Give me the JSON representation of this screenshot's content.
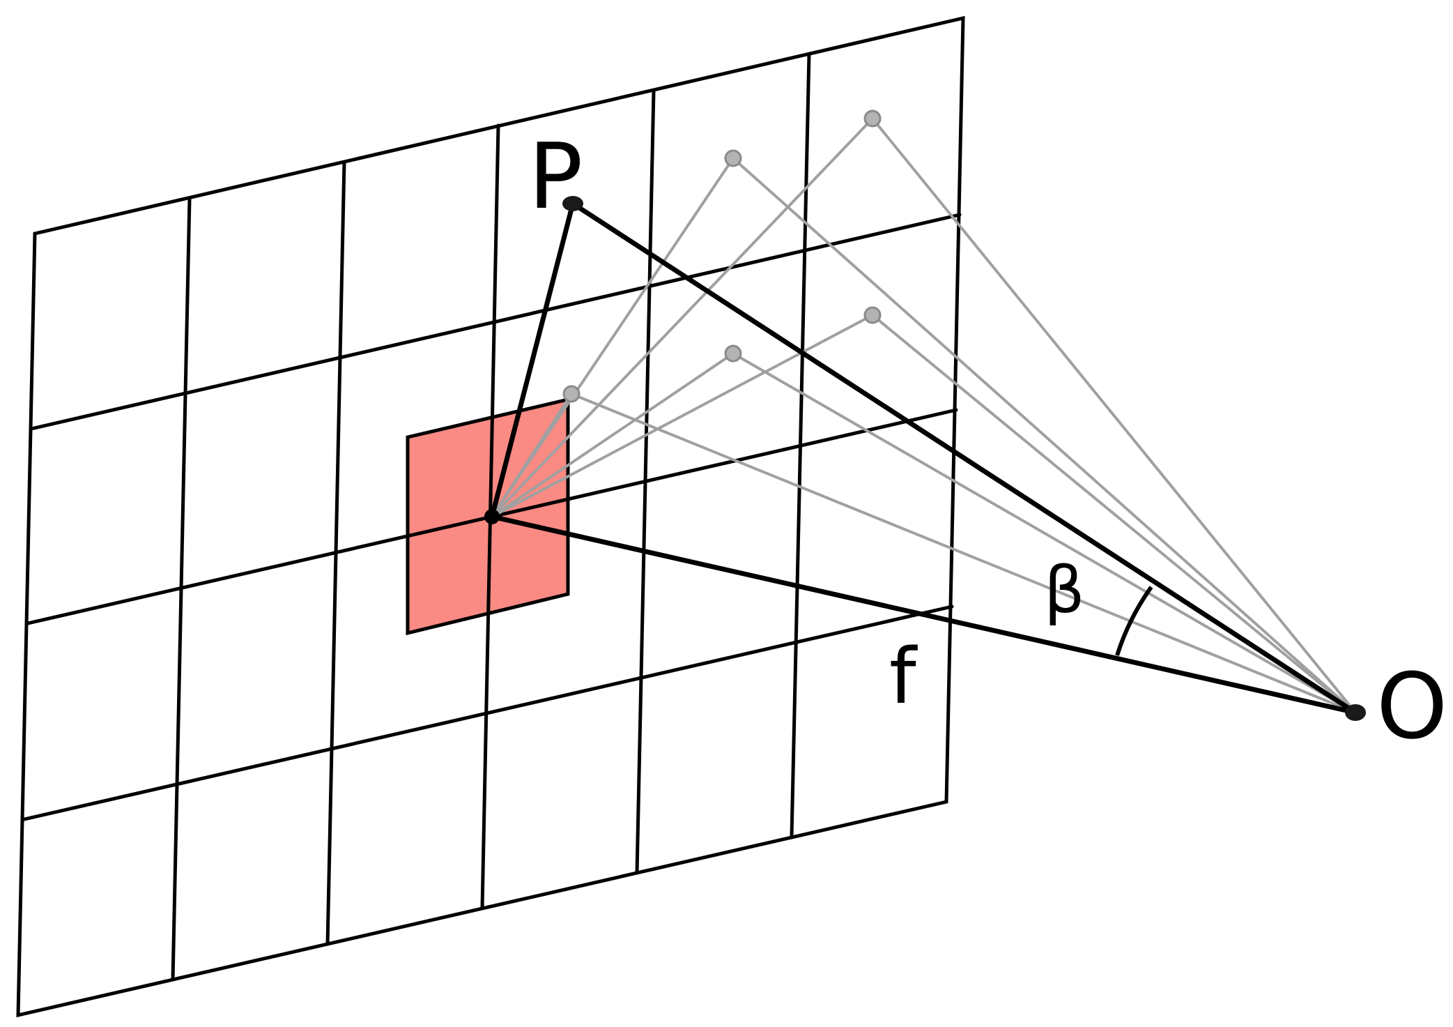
{
  "labels": {
    "point_p": "P",
    "point_o": "O",
    "focal_length": "f",
    "angle": "β"
  },
  "colors": {
    "grid_line": "#000000",
    "highlight_fill": "#f98a84",
    "ray_main": "#000000",
    "ray_secondary": "#999999",
    "secondary_point": "#b3b3b3"
  }
}
